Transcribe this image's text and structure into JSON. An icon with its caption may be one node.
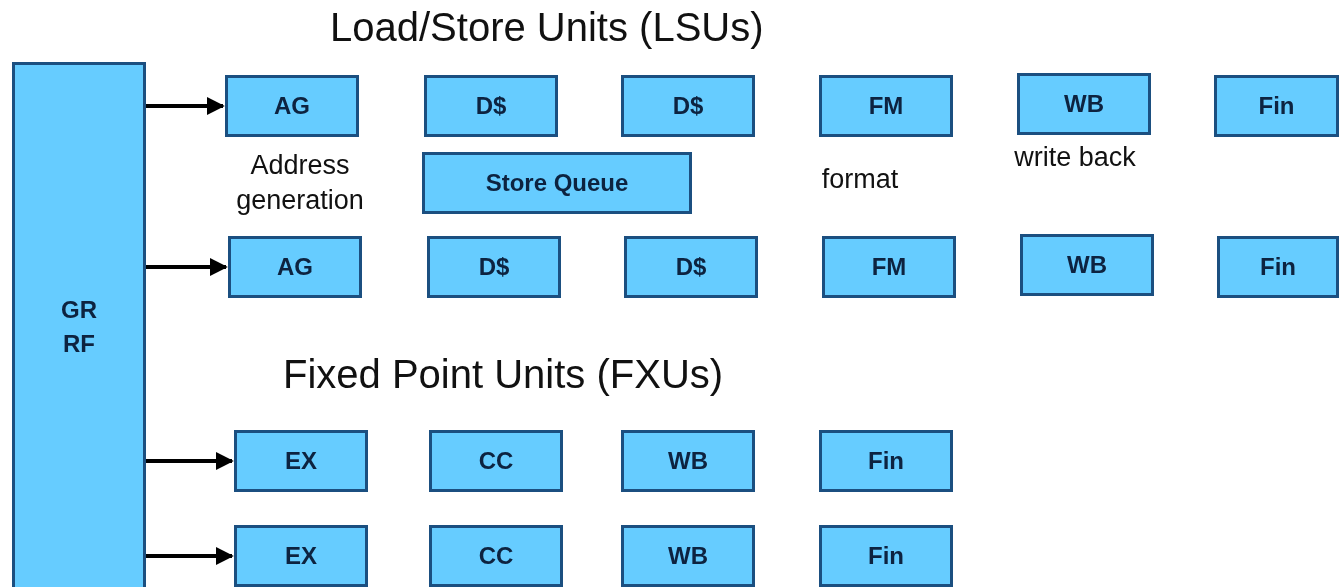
{
  "diagram": {
    "nodes": [
      {
        "text": [
          "GR RF"
        ]
      },
      {
        "text": [
          "AG"
        ],
        "beside": [
          "Address generation"
        ]
      },
      {
        "text": [
          "D$"
        ]
      },
      {
        "text": [
          "D$"
        ]
      },
      {
        "text": [
          "FM"
        ],
        "beside": [
          "format"
        ]
      },
      {
        "text": [
          "WB"
        ],
        "beside": [
          "write back"
        ]
      },
      {
        "text": [
          "Fin"
        ]
      },
      {
        "text": [
          "Store Queue"
        ]
      },
      {
        "text": [
          "AG"
        ]
      },
      {
        "text": [
          "D$"
        ]
      },
      {
        "text": [
          "D$"
        ]
      },
      {
        "text": [
          "FM"
        ]
      },
      {
        "text": [
          "WB"
        ]
      },
      {
        "text": [
          "Fin"
        ]
      },
      {
        "text": [
          "EX"
        ]
      },
      {
        "text": [
          "CC"
        ]
      },
      {
        "text": [
          "WB"
        ]
      },
      {
        "text": [
          "Fin"
        ]
      },
      {
        "text": [
          "EX"
        ]
      },
      {
        "text": [
          "CC"
        ]
      },
      {
        "text": [
          "WB"
        ]
      },
      {
        "text": [
          "Fin"
        ]
      }
    ],
    "edges": [
      {
        "from": 0,
        "to": 1,
        "arrow": "to"
      },
      {
        "from": 0,
        "to": 8,
        "arrow": "to"
      },
      {
        "from": 0,
        "to": 14,
        "arrow": "to"
      },
      {
        "from": 0,
        "to": 18,
        "arrow": "to"
      }
    ],
    "labels": [
      "Load/Store Units (LSUs)",
      "Fixed Point Units (FXUs)"
    ]
  }
}
